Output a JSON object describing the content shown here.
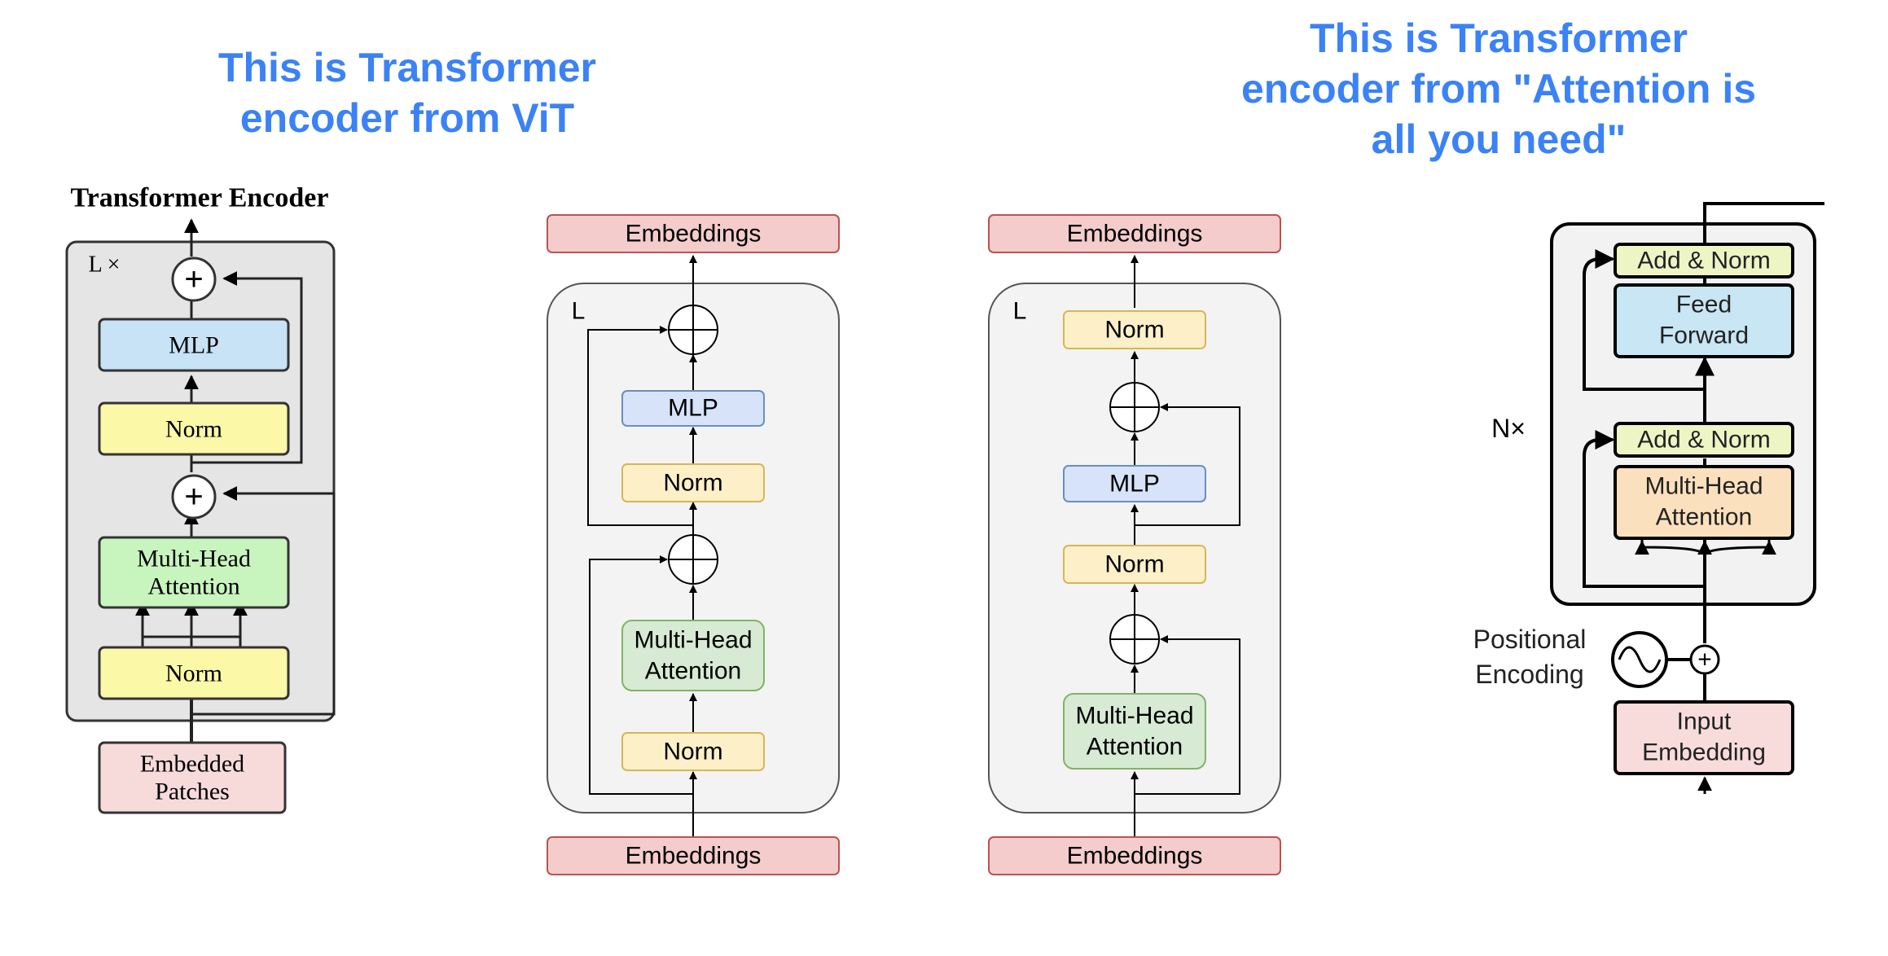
{
  "headings": {
    "vit": {
      "lines": [
        "This is Transformer",
        "encoder from ViT"
      ]
    },
    "attention": {
      "lines": [
        "This is Transformer",
        "encoder from \"Attention is",
        "all you need\""
      ]
    }
  },
  "colors": {
    "heading": "#3b82f6",
    "embeddings": "#f4cccc",
    "norm": "#fdf0c8",
    "mlp": "#d6e3f8",
    "attention_green": "#d6ead4",
    "vit_mlp": "#c8e2f6",
    "vit_norm": "#fbf8a8",
    "vit_attention": "#c8f5bd",
    "vit_patches": "#f7dada",
    "aiayn_addnorm": "#eef5c5",
    "aiayn_ff": "#c8e6f4",
    "aiayn_attention": "#fbe0bd",
    "aiayn_input": "#f8dcdc"
  },
  "vit_diagram": {
    "title": "Transformer Encoder",
    "repeat_label": "L ×",
    "mlp": "MLP",
    "norm_top": "Norm",
    "attention_line1": "Multi-Head",
    "attention_line2": "Attention",
    "norm_bottom": "Norm",
    "input_line1": "Embedded",
    "input_line2": "Patches",
    "add_symbol": "+"
  },
  "pre_norm_diagram": {
    "output": "Embeddings",
    "repeat_label": "L",
    "mlp": "MLP",
    "norm_top": "Norm",
    "attention_line1": "Multi-Head",
    "attention_line2": "Attention",
    "norm_bottom": "Norm",
    "input": "Embeddings"
  },
  "post_norm_diagram": {
    "output": "Embeddings",
    "repeat_label": "L",
    "norm_final": "Norm",
    "mlp": "MLP",
    "norm_mid": "Norm",
    "attention_line1": "Multi-Head",
    "attention_line2": "Attention",
    "input": "Embeddings"
  },
  "aiayn_diagram": {
    "add_norm_top": "Add & Norm",
    "ff_line1": "Feed",
    "ff_line2": "Forward",
    "repeat_label": "N×",
    "add_norm_bottom": "Add & Norm",
    "attention_line1": "Multi-Head",
    "attention_line2": "Attention",
    "pos_line1": "Positional",
    "pos_line2": "Encoding",
    "input_line1": "Input",
    "input_line2": "Embedding",
    "add_symbol": "+"
  }
}
